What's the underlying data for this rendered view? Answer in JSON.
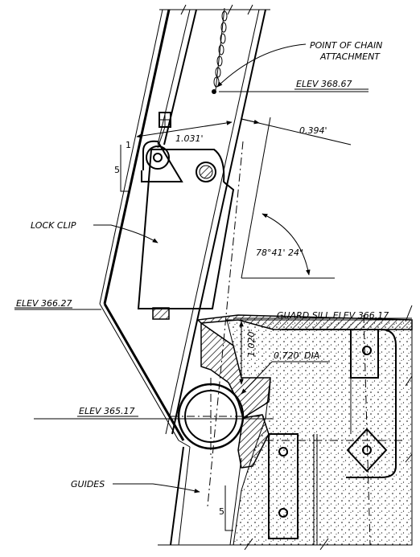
{
  "labels": {
    "chain_point_line1": "POINT OF CHAIN",
    "chain_point_line2": "ATTACHMENT",
    "elev_top": "ELEV 368.67",
    "dim_gate": "1.031'",
    "dim_offset": "0.394'",
    "slope_top_rise": "1",
    "slope_top_run": "5",
    "lock_clip": "LOCK CLIP",
    "angle": "78°41' 24\"",
    "elev_mid": "ELEV 366.27",
    "guard_sill": "GUARD SILL ELEV 366.17",
    "dim_vertical": "1.020'",
    "pipe_dia": "0.720' DIA",
    "elev_low": "ELEV 365.17",
    "guides": "GUIDES",
    "slope_bottom_run": "5"
  }
}
